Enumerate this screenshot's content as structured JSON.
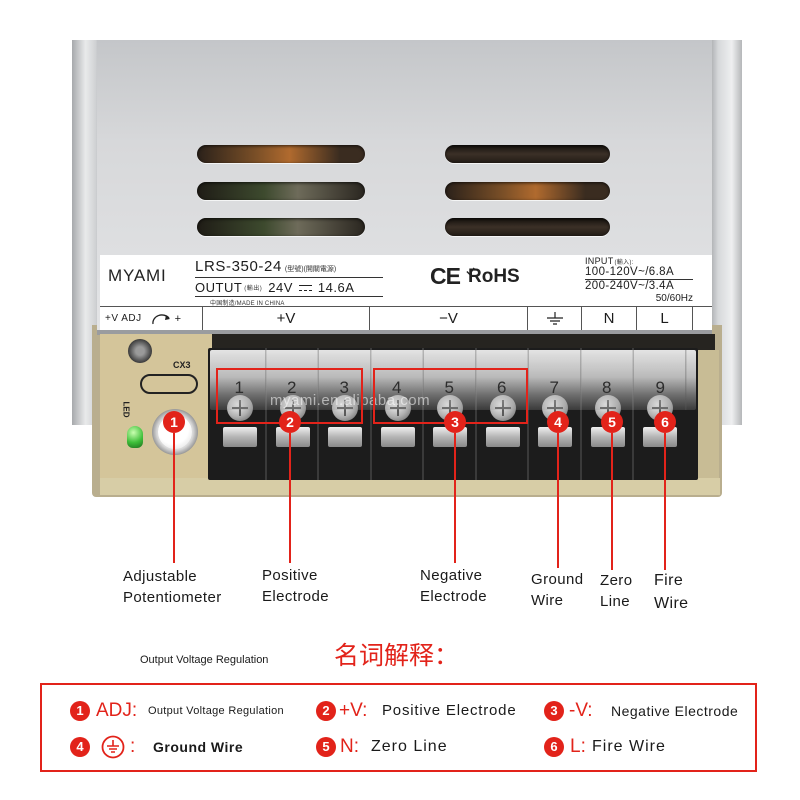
{
  "colors": {
    "accent_red": "#e2231a",
    "cover_light": "#e3e4e6",
    "cover_dark": "#c4c6c9",
    "terminal_black": "#1c1c1c",
    "pcb": "#d4c59a",
    "led_green": "#3fbf3a",
    "text": "#1a1a1a"
  },
  "device": {
    "label": {
      "brand": "MYAMI",
      "model": "LRS-350-24",
      "model_note": "(型號)(開關電源)",
      "output_label": "OUTUT",
      "output_note": "(輸出)",
      "output_voltage": "24V",
      "dc_icon": "dc-symbol-icon",
      "output_current": "14.6A",
      "made_in": "中国制造/MADE IN CHINA",
      "cert_ce": "CE",
      "cert_rohs": "RoHS",
      "rohs_icon": "check-icon",
      "input_label": "INPUT",
      "input_note": "(輸入):",
      "input_line_1": "100-120V~/6.8A",
      "input_line_2": "200-240V~/3.4A",
      "input_freq": "50/60Hz"
    },
    "markings": {
      "adj": "+V ADJ",
      "adj_icon": "rotate-clockwise-icon",
      "adj_plus": "+",
      "plus_v": "+V",
      "minus_v": "−V",
      "ground_icon": "ground-icon",
      "neutral": "N",
      "live": "L"
    },
    "terminals": [
      "1",
      "2",
      "3",
      "4",
      "5",
      "6",
      "7",
      "8",
      "9"
    ],
    "pcb_marks": {
      "cx3": "CX3",
      "led": "LED"
    },
    "watermark": "myami.en.alibaba.com"
  },
  "callouts": [
    {
      "number": "1",
      "line1": "Adjustable",
      "line2": "Potentiometer"
    },
    {
      "number": "2",
      "line1": "Positive",
      "line2": "Electrode"
    },
    {
      "number": "3",
      "line1": "Negative",
      "line2": "Electrode"
    },
    {
      "number": "4",
      "line1": "Ground",
      "line2": "Wire"
    },
    {
      "number": "5",
      "line1": "Zero",
      "line2": "Line"
    },
    {
      "number": "6",
      "line1": "Fire",
      "line2": "Wire"
    }
  ],
  "caption": "Output Voltage Regulation",
  "glossary": {
    "title": "名词解释：",
    "items": [
      {
        "number": "1",
        "key": "ADJ:",
        "desc": "Output Voltage Regulation"
      },
      {
        "number": "2",
        "key": "+V:",
        "desc": "Positive Electrode"
      },
      {
        "number": "3",
        "key": "-V:",
        "desc": "Negative Electrode"
      },
      {
        "number": "4",
        "icon": "circled-ground-icon",
        "key": ":",
        "desc": "Ground Wire"
      },
      {
        "number": "5",
        "key": "N:",
        "desc": "Zero Line"
      },
      {
        "number": "6",
        "key": "L:",
        "desc": "Fire Wire"
      }
    ]
  }
}
